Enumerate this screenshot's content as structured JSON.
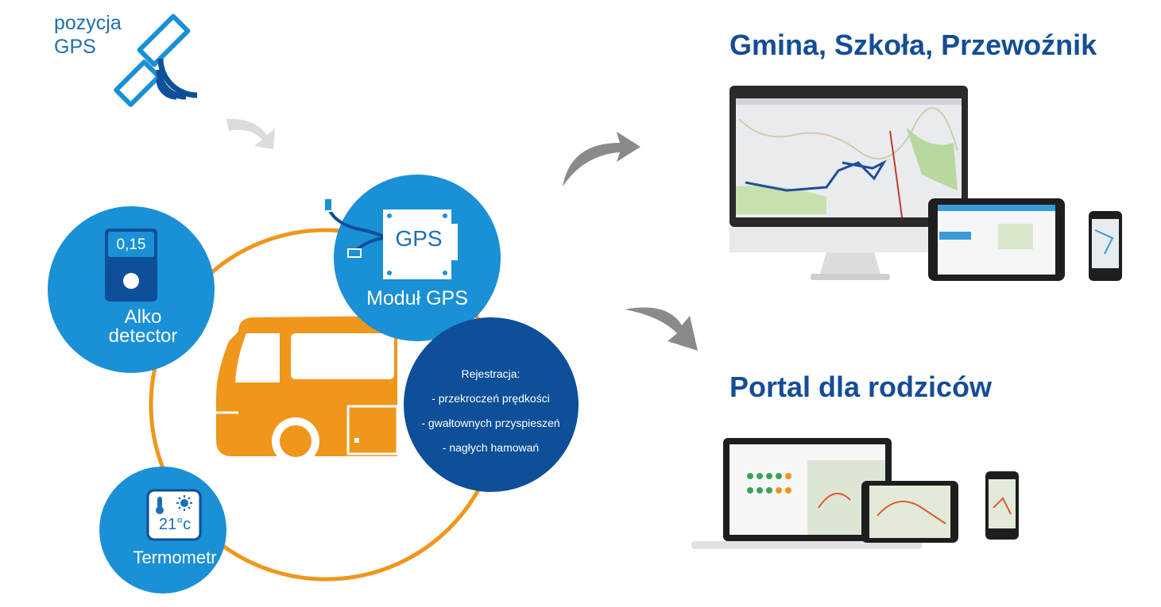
{
  "gps_position_label": [
    "pozycja",
    "GPS"
  ],
  "headings": {
    "recipients_1": "Gmina, Szkoła, Przewoźnik",
    "recipients_2": "Portal dla rodziców"
  },
  "modules": {
    "alko": {
      "value": "0,15",
      "label": [
        "Alko",
        "detector"
      ]
    },
    "gps": {
      "chip": "GPS",
      "label": "Moduł GPS"
    },
    "termo": {
      "value": "21°c",
      "label": "Termometr"
    }
  },
  "registration": {
    "title": "Rejestracja:",
    "items": [
      "- przekroczeń prędkości",
      "- gwałtownych przyspieszeń",
      "- nagłych hamowań"
    ]
  },
  "colors": {
    "blue_light": "#1a90d6",
    "blue_dark": "#0d4f99",
    "orange": "#f0961b",
    "heading_blue": "#144d96",
    "arrow_gray": "#8a8a8a"
  }
}
